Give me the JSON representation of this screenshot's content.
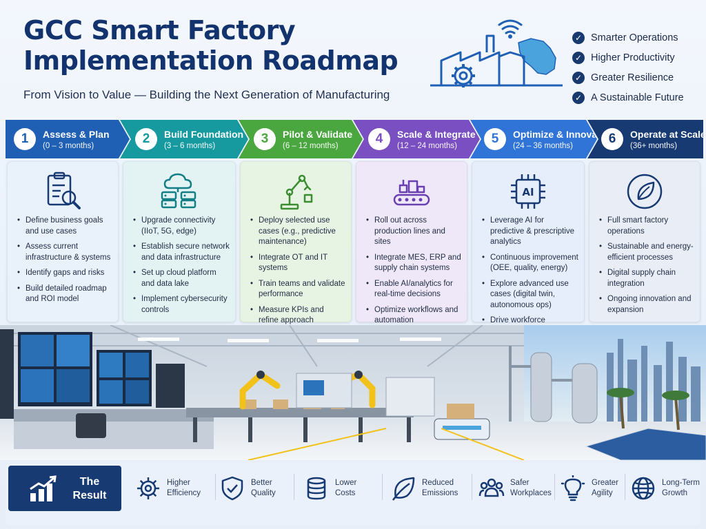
{
  "header": {
    "title_line1": "GCC Smart Factory",
    "title_line2": "Implementation Roadmap",
    "subtitle": "From Vision to Value — Building the Next Generation of Manufacturing",
    "benefits": [
      "Smarter Operations",
      "Higher Productivity",
      "Greater Resilience",
      "A Sustainable Future"
    ],
    "icon": "factory-gcc-map-icon"
  },
  "phases": [
    {
      "num": "1",
      "name": "Assess & Plan",
      "duration": "(0 – 3 months)",
      "color": "#1f5fb4",
      "icon": "clipboard-search-icon",
      "items": [
        "Define business goals and use cases",
        "Assess current infrastructure & systems",
        "Identify gaps and risks",
        "Build detailed roadmap and ROI model"
      ]
    },
    {
      "num": "2",
      "name": "Build Foundation",
      "duration": "(3 – 6 months)",
      "color": "#169aa0",
      "icon": "cloud-server-icon",
      "items": [
        "Upgrade connectivity (IIoT, 5G, edge)",
        "Establish secure network and data infrastructure",
        "Set up cloud platform and data lake",
        "Implement cybersecurity controls"
      ]
    },
    {
      "num": "3",
      "name": "Pilot & Validate",
      "duration": "(6 – 12 months)",
      "color": "#4aa63e",
      "icon": "robot-arm-icon",
      "items": [
        "Deploy selected use cases (e.g., predictive maintenance)",
        "Integrate OT and IT systems",
        "Train teams and validate performance",
        "Measure KPIs and refine approach"
      ]
    },
    {
      "num": "4",
      "name": "Scale & Integrate",
      "duration": "(12 – 24 months)",
      "color": "#7a4fc1",
      "icon": "conveyor-icon",
      "items": [
        "Roll out across production lines and sites",
        "Integrate MES, ERP and supply chain systems",
        "Enable AI/analytics for real-time decisions",
        "Optimize workflows and automation"
      ]
    },
    {
      "num": "5",
      "name": "Optimize & Innovate",
      "duration": "(24 – 36 months)",
      "color": "#2f74d6",
      "icon": "ai-chip-icon",
      "items": [
        "Leverage AI for predictive & prescriptive analytics",
        "Continuous improvement (OEE, quality, energy)",
        "Explore advanced use cases (digital twin, autonomous ops)",
        "Drive workforce upskilling"
      ]
    },
    {
      "num": "6",
      "name": "Operate at Scale",
      "duration": "(36+ months)",
      "color": "#173a73",
      "icon": "leaf-circle-icon",
      "items": [
        "Full smart factory operations",
        "Sustainable and energy-efficient processes",
        "Digital supply chain integration",
        "Ongoing innovation and expansion"
      ]
    }
  ],
  "results": {
    "label_line1": "The",
    "label_line2": "Result",
    "outcomes": [
      {
        "line1": "Higher",
        "line2": "Efficiency",
        "icon": "gear-icon"
      },
      {
        "line1": "Better",
        "line2": "Quality",
        "icon": "shield-check-icon"
      },
      {
        "line1": "Lower",
        "line2": "Costs",
        "icon": "coins-icon"
      },
      {
        "line1": "Reduced",
        "line2": "Emissions",
        "icon": "leaf-icon"
      },
      {
        "line1": "Safer",
        "line2": "Workplaces",
        "icon": "people-icon"
      },
      {
        "line1": "Greater",
        "line2": "Agility",
        "icon": "lightbulb-icon"
      },
      {
        "line1": "Long-Term",
        "line2": "Growth",
        "icon": "globe-icon"
      }
    ]
  }
}
